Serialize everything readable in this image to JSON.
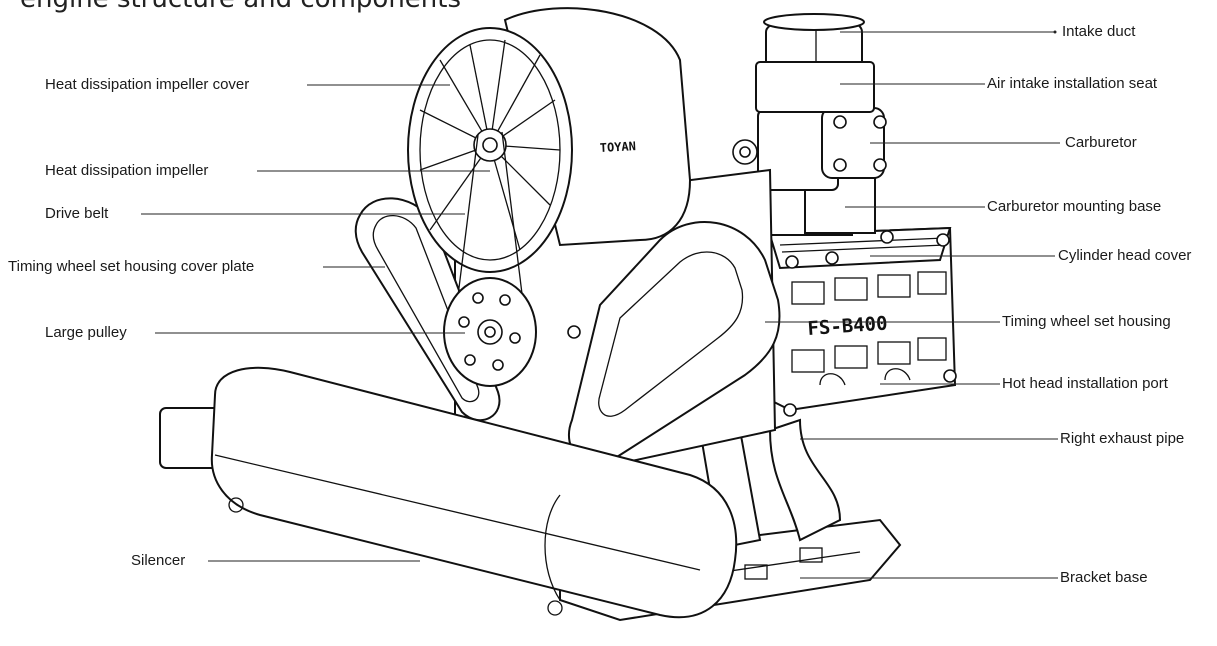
{
  "title": "engine structure and components",
  "brand_text": "TOYAN",
  "model_text": "FS-B400",
  "labels": {
    "intake_duct": "Intake duct",
    "air_intake_seat": "Air intake installation seat",
    "carburetor": "Carburetor",
    "carburetor_base": "Carburetor mounting base",
    "cylinder_head_cover": "Cylinder head cover",
    "timing_housing": "Timing wheel set housing",
    "hot_head_port": "Hot head installation port",
    "right_exhaust": "Right exhaust pipe",
    "bracket_base": "Bracket base",
    "impeller_cover": "Heat dissipation impeller cover",
    "impeller": "Heat dissipation impeller",
    "drive_belt": "Drive belt",
    "timing_cover_plate": "Timing wheel set housing cover plate",
    "large_pulley": "Large pulley",
    "silencer": "Silencer"
  }
}
